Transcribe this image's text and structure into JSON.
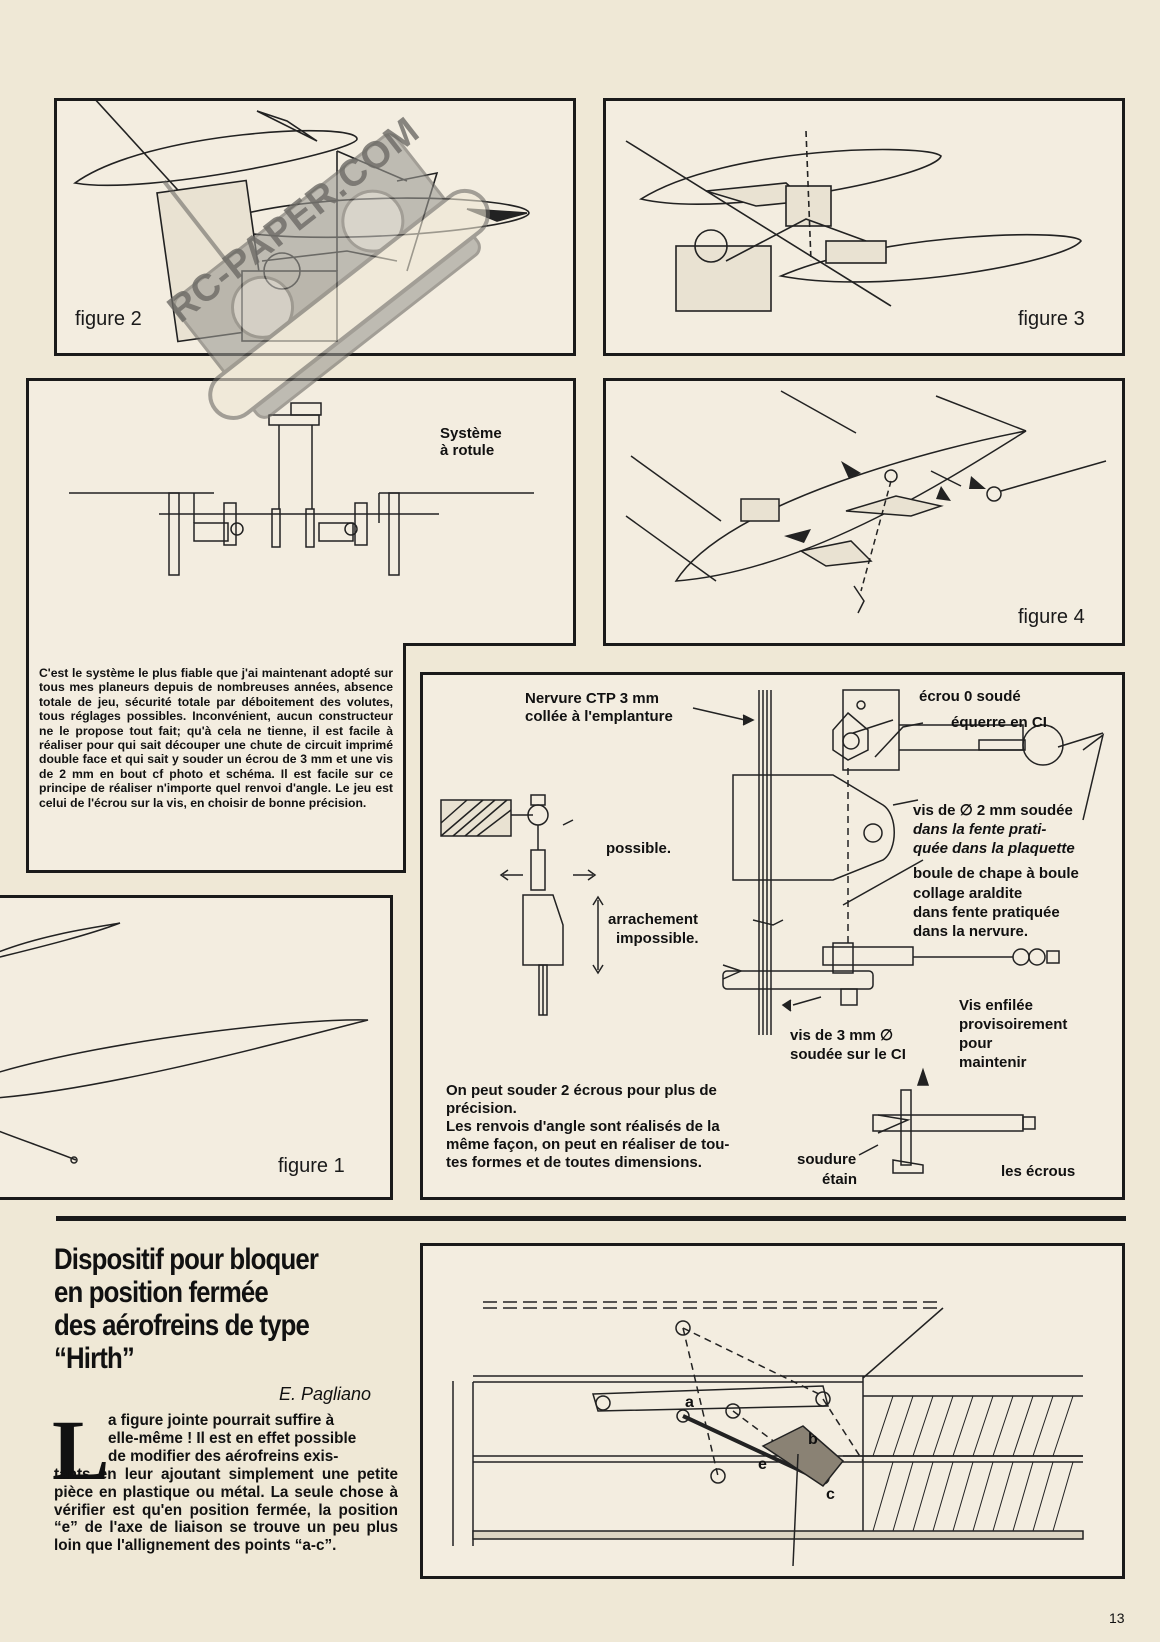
{
  "figures": {
    "fig1": "figure 1",
    "fig2": "figure 2",
    "fig3": "figure 3",
    "fig4": "figure 4"
  },
  "rotule": {
    "label_line1": "Système",
    "label_line2": "à rotule",
    "paragraph": "C'est le système le plus fiable que j'ai maintenant adopté sur tous mes planeurs depuis de nombreuses années, absence totale de jeu, sécurité totale par déboitement des volutes, tous réglages possibles. Inconvénient, aucun constructeur ne le propose tout fait; qu'à cela ne tienne, il est facile à réaliser pour qui sait découper une chute de circuit imprimé double face et qui sait y souder un écrou de 3 mm et une vis de 2 mm en bout cf photo et schéma. Il est facile sur ce principe de réaliser n'importe quel renvoi d'angle. Le jeu est celui de l'écrou sur la vis, en choisir de bonne précision."
  },
  "detail": {
    "nervure_1": "Nervure CTP 3 mm",
    "nervure_2": "collée à l'emplanture",
    "ecrou": "écrou 0 soudé",
    "equerre": "équerre en CI",
    "vis2_1": "vis de ∅ 2 mm soudée",
    "vis2_2": "dans la fente prati-",
    "vis2_3": "quée dans la plaquette",
    "boule": "boule de chape à boule",
    "collage_1": "collage araldite",
    "collage_2": "dans fente pratiquée",
    "collage_3": "dans la nervure.",
    "possible": "possible.",
    "arrach_1": "arrachement",
    "arrach_2": "impossible.",
    "vis3_1": "vis de 3 mm ∅",
    "vis3_2": "soudée sur le CI",
    "enfilee_1": "Vis enfilée",
    "enfilee_2": "provisoirement",
    "enfilee_3": "pour",
    "enfilee_4": "maintenir",
    "souder_1": "On peut souder 2 écrous pour plus de",
    "souder_2": "précision.",
    "souder_3": "Les renvois d'angle sont réalisés de la",
    "souder_4": "même façon, on peut en réaliser de tou-",
    "souder_5": "tes formes et de toutes dimensions.",
    "soudure_1": "soudure",
    "soudure_2": "étain",
    "ecrous": "les écrous"
  },
  "article": {
    "title_1": "Dispositif pour bloquer",
    "title_2": "en position fermée",
    "title_3": "des aérofreins de type",
    "title_4": "“Hirth”",
    "author": "E. Pagliano",
    "dropcap": "L",
    "body_1": "a figure jointe pourrait suffire à",
    "body_2": "elle-même ! Il est en effet possible",
    "body_3": "de modifier des aérofreins exis-",
    "body_4": "tants en leur ajoutant simplement une petite pièce en plastique ou métal. La seule chose à vérifier est qu'en position fermée, la position “e” de l'axe de liaison se trouve un peu plus loin que l'allignement des points “a-c”.",
    "pt_a": "a",
    "pt_b": "b",
    "pt_c": "c",
    "pt_e": "e"
  },
  "watermark": "RC-PAPER.COM",
  "page_number": "13"
}
